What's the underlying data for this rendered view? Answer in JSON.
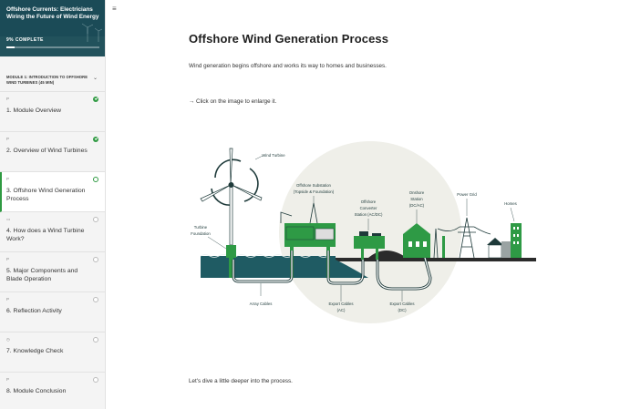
{
  "course": {
    "title": "Offshore Currents: Electricians Wiring the Future of Wind Energy",
    "progress_label": "9% COMPLETE",
    "progress": 0.09
  },
  "module": {
    "label": "MODULE 1: INTRODUCTION TO OFFSHORE WIND TURBINES (45 MIN)"
  },
  "lessons": [
    {
      "name": "1. Module Overview",
      "kind": "P",
      "status": "done"
    },
    {
      "name": "2. Overview of Wind Turbines",
      "kind": "P",
      "status": "done"
    },
    {
      "name": "3. Offshore Wind Generation Process",
      "kind": "P",
      "status": "current"
    },
    {
      "name": "4. How does a Wind Turbine Work?",
      "kind": "▭",
      "status": "todo"
    },
    {
      "name": "5. Major Components and Blade Operation",
      "kind": "P",
      "status": "todo"
    },
    {
      "name": "6. Reflection Activity",
      "kind": "P",
      "status": "todo"
    },
    {
      "name": "7. Knowledge Check",
      "kind": "◷",
      "status": "todo"
    },
    {
      "name": "8. Module Conclusion",
      "kind": "P",
      "status": "todo"
    }
  ],
  "main": {
    "title": "Offshore Wind Generation Process",
    "intro": "Wind generation begins offshore and works its way to homes and businesses.",
    "hint": "→ Click on the image to enlarge it.",
    "outro": "Let's dive a little deeper into the process."
  },
  "diagram": {
    "labels": {
      "wind_turbine": "Wind Turbine",
      "substation_1": "Offshore Substation",
      "substation_2": "(Topside & Foundation)",
      "converter_1": "Offshore",
      "converter_2": "Converter",
      "converter_3": "Station (AC/DC)",
      "onshore_1": "Onshore",
      "onshore_2": "Station",
      "onshore_3": "(DC/AC)",
      "power_grid": "Power Grid",
      "homes": "Homes",
      "foundation_1": "Turbine",
      "foundation_2": "Foundation",
      "array_cables": "Array Cables",
      "export_ac_1": "Export Cables",
      "export_ac_2": "(AC)",
      "export_dc_1": "Export Cables",
      "export_dc_2": "(DC)"
    }
  },
  "icons": {
    "menu": "menu-icon",
    "chevron": "chevron-down-icon",
    "done": "check-circle-icon"
  },
  "colors": {
    "accent": "#2f9a42",
    "diagram_green": "#2e9a45",
    "sea": "#1f5b63"
  }
}
